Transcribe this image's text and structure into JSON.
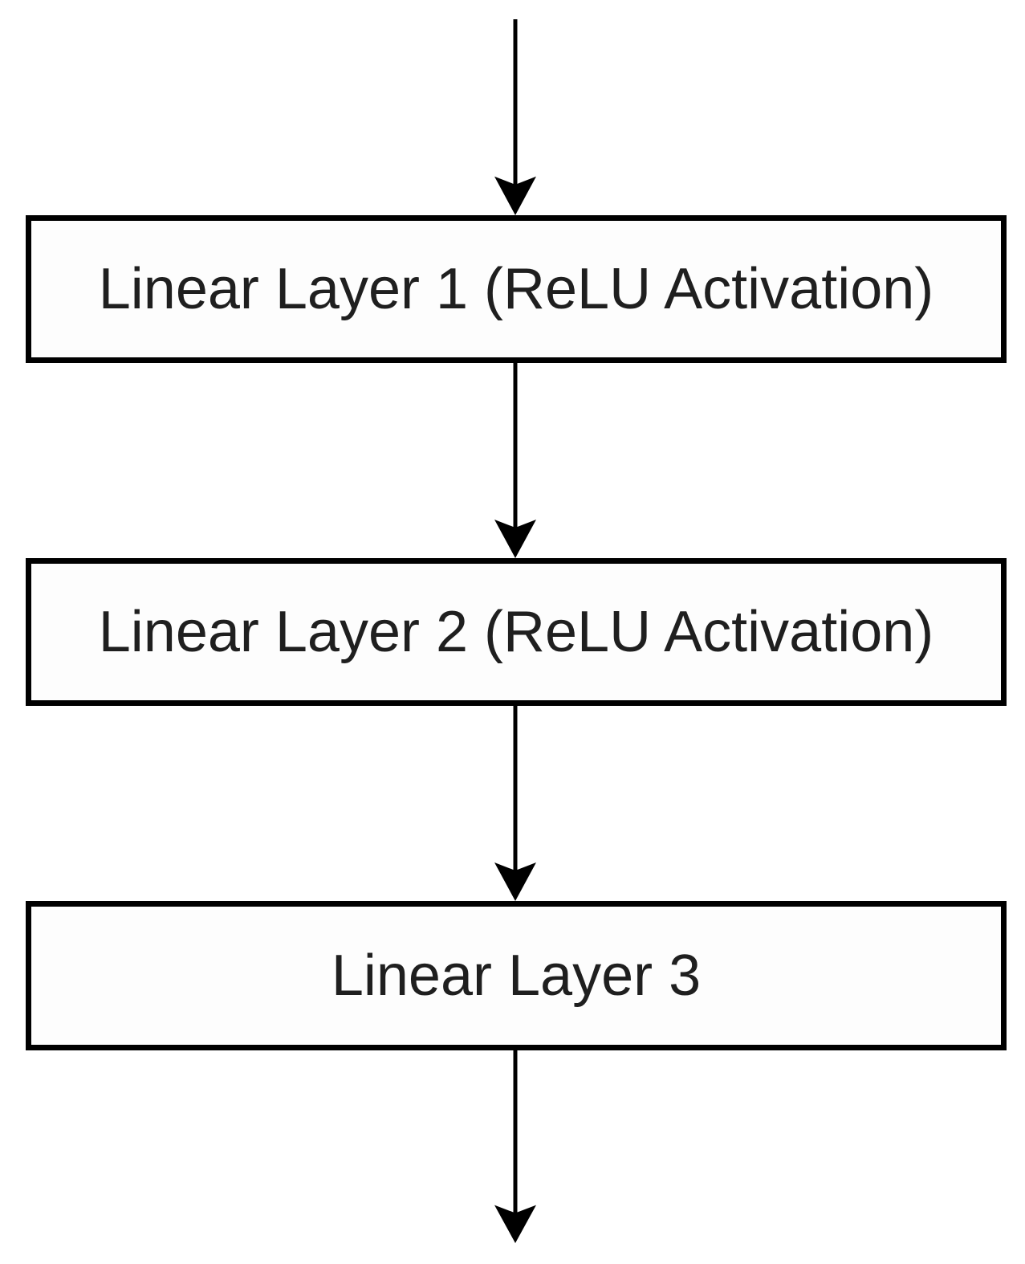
{
  "diagram": {
    "background_color": "#ffffff",
    "node_border_color": "#000000",
    "node_fill_color": "#fdfdfd",
    "text_color": "#1f1f1f",
    "arrow_color": "#000000",
    "nodes": [
      {
        "label": "Linear Layer 1 (ReLU Activation)"
      },
      {
        "label": "Linear Layer 2 (ReLU Activation)"
      },
      {
        "label": "Linear Layer 3"
      }
    ],
    "arrows": [
      "into-node-1",
      "node-1-to-node-2",
      "node-2-to-node-3",
      "out-of-node-3"
    ]
  }
}
